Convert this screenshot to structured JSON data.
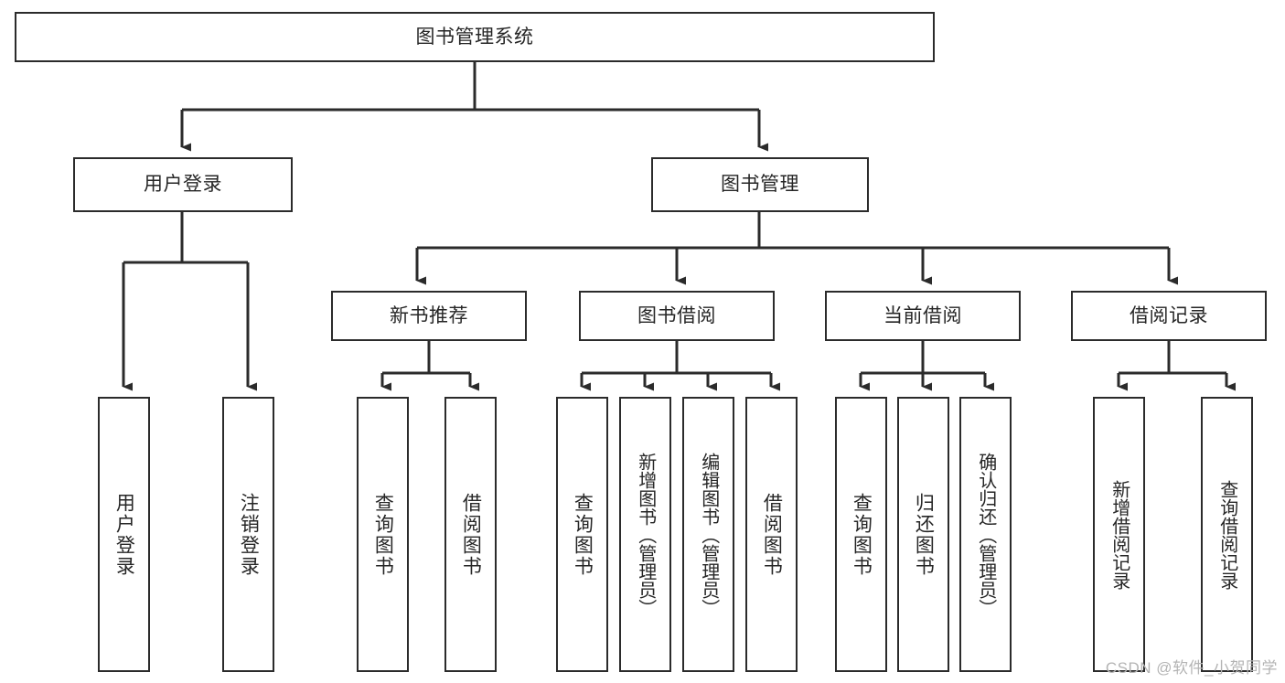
{
  "diagram": {
    "title": "图书管理系统",
    "type": "hierarchy-tree",
    "orientation": "top-down",
    "colors": {
      "stroke": "#2b2b2b",
      "fill": "#ffffff",
      "text": "#262626",
      "watermark": "#b4b4b4"
    },
    "root": {
      "label": "图书管理系统"
    },
    "level2": [
      {
        "label": "用户登录"
      },
      {
        "label": "图书管理"
      }
    ],
    "level3": [
      {
        "label": "新书推荐"
      },
      {
        "label": "图书借阅"
      },
      {
        "label": "当前借阅"
      },
      {
        "label": "借阅记录"
      }
    ],
    "leaves": {
      "user_login": [
        {
          "label": "用户登录"
        },
        {
          "label": "注销登录"
        }
      ],
      "new_book_recommend": [
        {
          "label": "查询图书"
        },
        {
          "label": "借阅图书"
        }
      ],
      "book_borrow": [
        {
          "label": "查询图书"
        },
        {
          "label": "新增图书（管理员）"
        },
        {
          "label": "编辑图书（管理员）"
        },
        {
          "label": "借阅图书"
        }
      ],
      "current_borrow": [
        {
          "label": "查询图书"
        },
        {
          "label": "归还图书"
        },
        {
          "label": "确认归还（管理员）"
        }
      ],
      "borrow_record": [
        {
          "label": "新增借阅记录"
        },
        {
          "label": "查询借阅记录"
        }
      ]
    }
  },
  "watermark": {
    "text": "CSDN @软件_小贺同学"
  }
}
